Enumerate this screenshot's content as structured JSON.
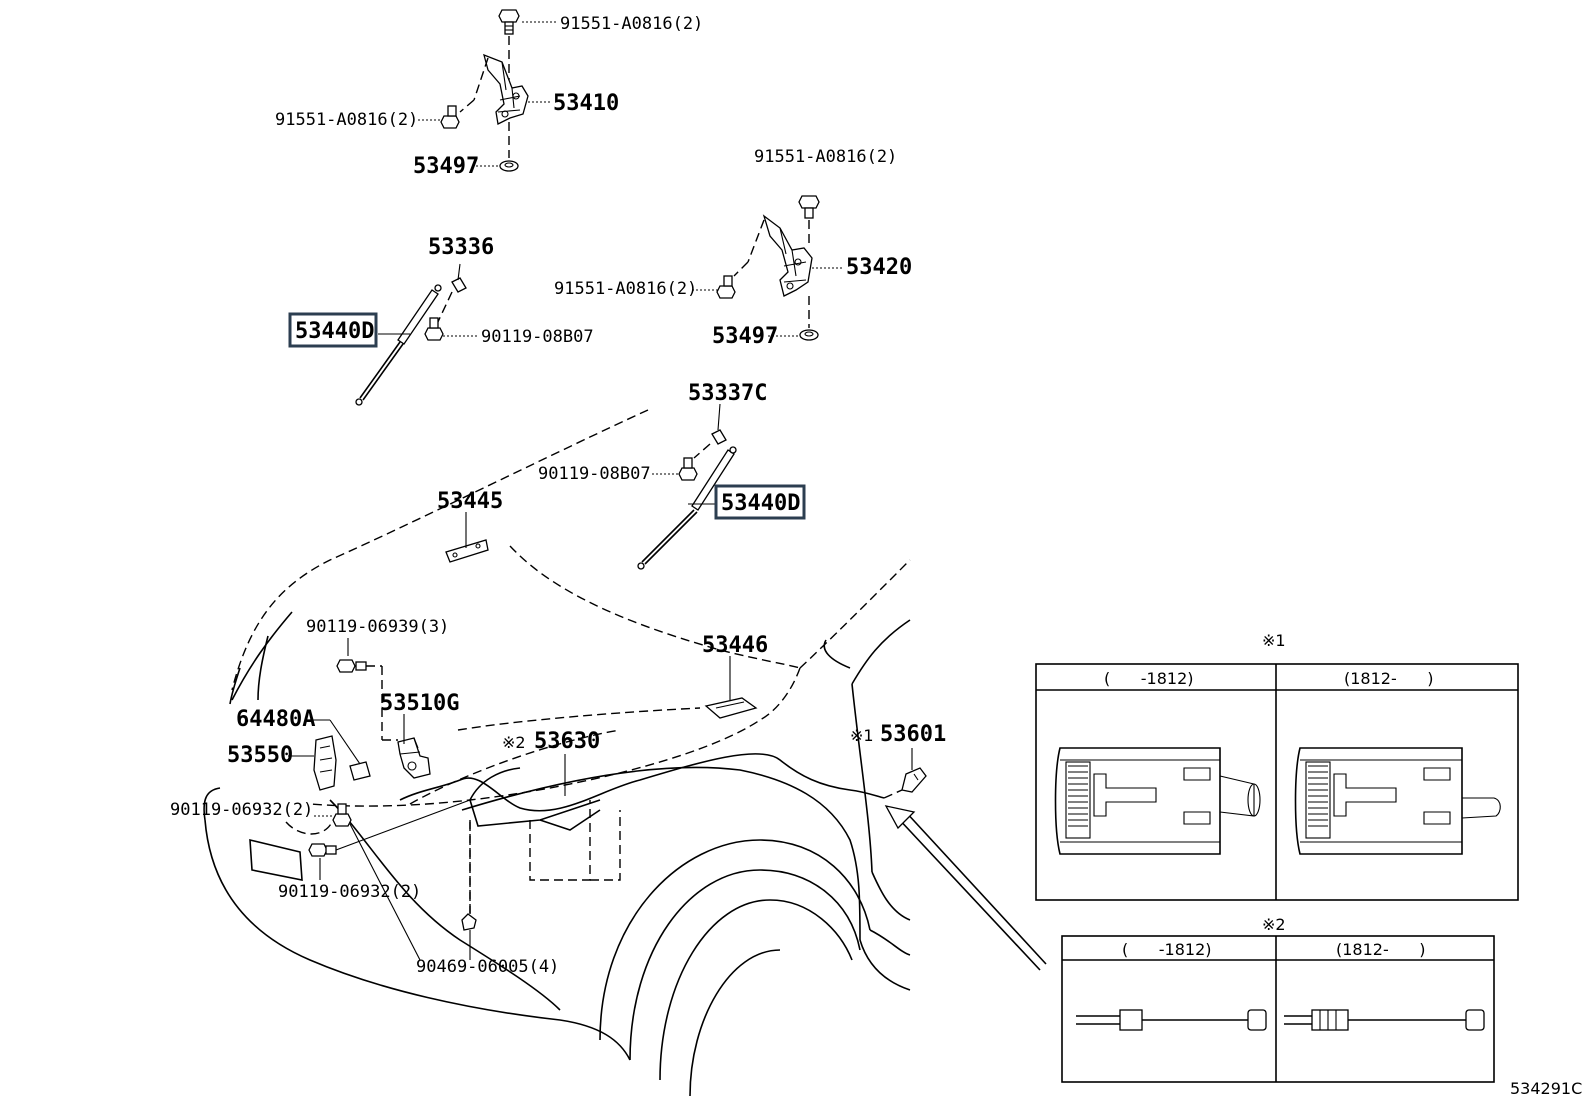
{
  "labels": {
    "bolt_top": "91551-A0816(2)",
    "hinge_l": "53410",
    "bolt_hinge_l": "91551-A0816(2)",
    "cushion_l": "53497",
    "bolt_hinge_r_top": "91551-A0816(2)",
    "hinge_r": "53420",
    "bolt_hinge_r_side": "91551-A0816(2)",
    "cushion_r": "53497",
    "bracket_53336": "53336",
    "stay_l": "53440D",
    "bolt_stay_l": "90119-08B07",
    "bracket_53337c": "53337C",
    "bolt_stay_r": "90119-08B07",
    "stay_r": "53440D",
    "part_53445": "53445",
    "part_53446": "53446",
    "bolt_06939": "90119-06939(3)",
    "part_64480a": "64480A",
    "part_53510g": "53510G",
    "part_53550": "53550",
    "note2_ref": "※2",
    "cable_53630": "53630",
    "note1_ref": "※1",
    "lever_53601": "53601",
    "bolt_06932_a": "90119-06932(2)",
    "bolt_06932_b": "90119-06932(2)",
    "clip_06005": "90469-06005(4)",
    "diagram_code": "534291C"
  },
  "inset1": {
    "mark": "※1",
    "col_left": "(      -1812)",
    "col_right": "(1812-      )"
  },
  "inset2": {
    "mark": "※2",
    "col_left": "(      -1812)",
    "col_right": "(1812-      )"
  }
}
